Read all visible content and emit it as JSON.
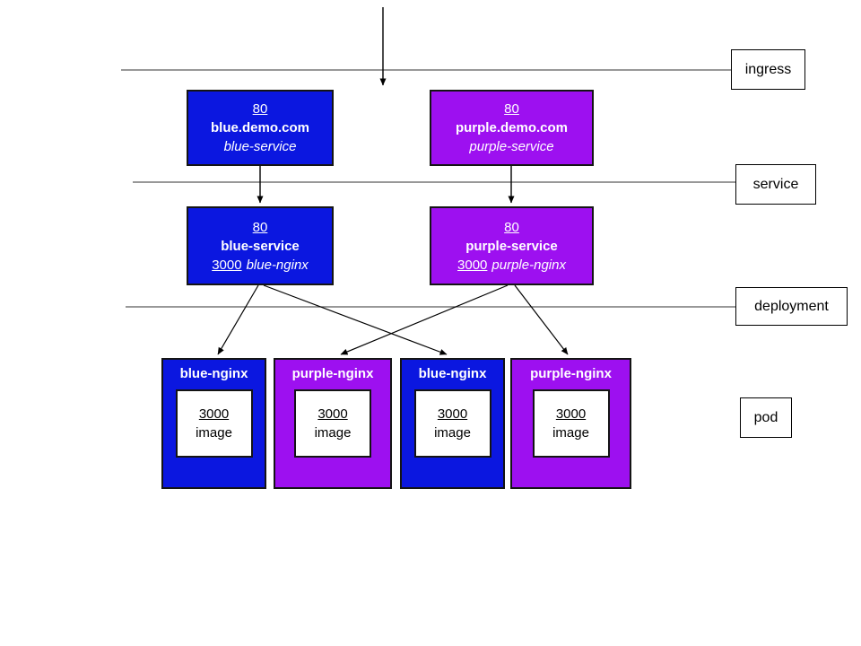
{
  "diagram": {
    "colors": {
      "blue": "#0b17e0",
      "purple": "#9d10f0",
      "layer_line": "#5a5a5a",
      "arrow": "#000000",
      "box_border": "#141414",
      "text_on_color": "#ffffff",
      "text_dark": "#000000"
    },
    "layers": [
      {
        "label": "ingress"
      },
      {
        "label": "service"
      },
      {
        "label": "deployment"
      },
      {
        "label": "pod"
      }
    ],
    "ingresses": [
      {
        "port": "80",
        "host": "blue.demo.com",
        "backend": "blue-service"
      },
      {
        "port": "80",
        "host": "purple.demo.com",
        "backend": "purple-service"
      }
    ],
    "services": [
      {
        "port": "80",
        "name": "blue-service",
        "target_port": "3000",
        "selector": "blue-nginx"
      },
      {
        "port": "80",
        "name": "purple-service",
        "target_port": "3000",
        "selector": "purple-nginx"
      }
    ],
    "pods": [
      {
        "name": "blue-nginx",
        "container_port": "3000",
        "image_label": "image",
        "color": "blue"
      },
      {
        "name": "purple-nginx",
        "container_port": "3000",
        "image_label": "image",
        "color": "purple"
      },
      {
        "name": "blue-nginx",
        "container_port": "3000",
        "image_label": "image",
        "color": "blue"
      },
      {
        "name": "purple-nginx",
        "container_port": "3000",
        "image_label": "image",
        "color": "purple"
      }
    ]
  }
}
